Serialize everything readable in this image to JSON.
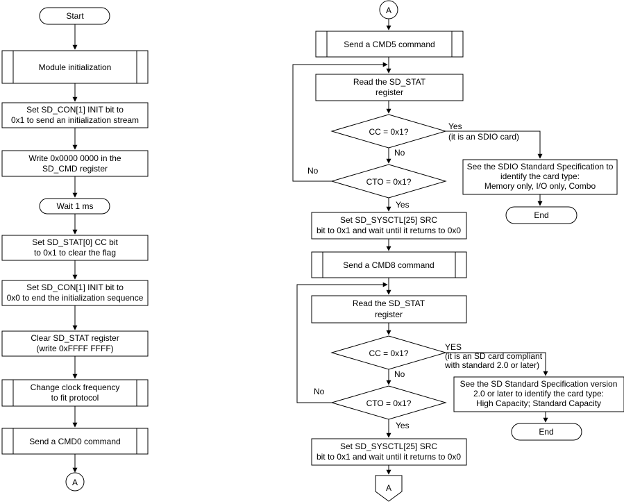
{
  "left": {
    "start": "Start",
    "module_init": "Module initialization",
    "set_init_1": [
      "Set SD_CON[1] INIT bit to",
      "0x1 to send an initialization stream"
    ],
    "write_cmd": [
      "Write 0x0000 0000 in the",
      "SD_CMD register"
    ],
    "wait": "Wait 1 ms",
    "set_stat": [
      "Set SD_STAT[0] CC bit",
      "to 0x1 to clear the flag"
    ],
    "set_init_0": [
      "Set SD_CON[1] INIT bit to",
      "0x0 to end the initialization sequence"
    ],
    "clear_stat": [
      "Clear SD_STAT register",
      "(write 0xFFFF FFFF)"
    ],
    "change_clock": [
      "Change clock frequency",
      "to fit protocol"
    ],
    "cmd0": "Send a CMD0 command",
    "connector": "A"
  },
  "right": {
    "connector_top": "A",
    "cmd5": "Send a CMD5 command",
    "read_stat_1": [
      "Read the SD_STAT",
      "register"
    ],
    "cc_1": "CC = 0x1?",
    "yes_1": [
      "Yes",
      "(it is an SDIO card)"
    ],
    "no_cc_1": "No",
    "sdio_spec": [
      "See the SDIO Standard Specification to",
      "identify the card type:",
      "Memory only, I/O only, Combo"
    ],
    "end_1": "End",
    "cto_1": "CTO = 0x1?",
    "no_cto_1": "No",
    "yes_cto_1": "Yes",
    "reset_1": [
      "Set SD_SYSCTL[25] SRC",
      "bit to 0x1 and wait until it returns to 0x0"
    ],
    "cmd8": "Send a CMD8 command",
    "read_stat_2": [
      "Read the SD_STAT",
      "register"
    ],
    "cc_2": "CC = 0x1?",
    "yes_2": [
      "YES",
      "(it is an SD card compliant",
      "with standard 2.0 or later)"
    ],
    "no_cc_2": "No",
    "sd_spec": [
      "See the SD Standard Specification version",
      "2.0 or later to identify the card type:",
      "High Capacity; Standard Capacity"
    ],
    "end_2": "End",
    "cto_2": "CTO = 0x1?",
    "no_cto_2": "No",
    "yes_cto_2": "Yes",
    "reset_2": [
      "Set SD_SYSCTL[25] SRC",
      "bit to 0x1 and wait until it returns to 0x0"
    ],
    "connector_bottom": "A"
  }
}
